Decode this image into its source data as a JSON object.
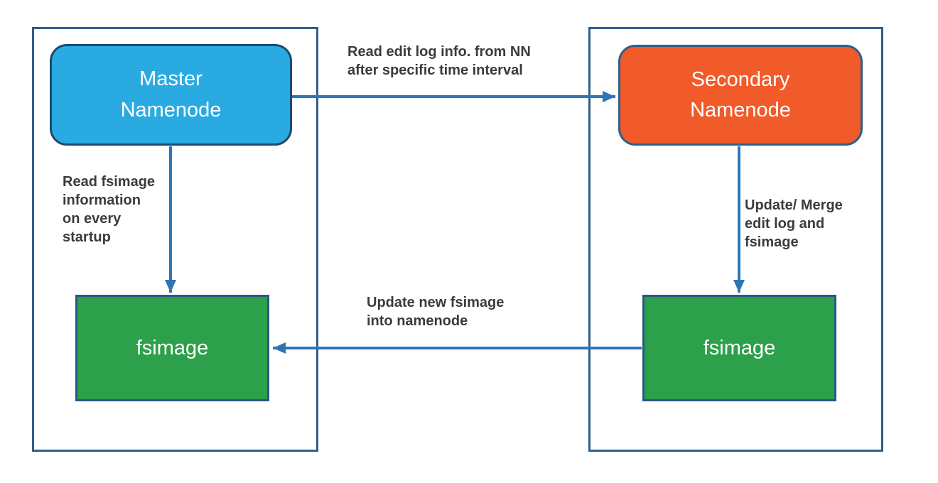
{
  "diagram": {
    "description": "Hadoop Master Namenode / Secondary Namenode checkpointing flow"
  },
  "nodes": {
    "master": {
      "label": "Master\nNamenode",
      "fill": "#29abe2"
    },
    "secondary": {
      "label": "Secondary\nNamenode",
      "fill": "#f15a29"
    },
    "fsimage_left": {
      "label": "fsimage",
      "fill": "#2da04b"
    },
    "fsimage_right": {
      "label": "fsimage",
      "fill": "#2da04b"
    }
  },
  "edges": {
    "read_edit_log": {
      "label": "Read edit log info. from NN\nafter specific time interval",
      "from": "master",
      "to": "secondary"
    },
    "read_fsimage": {
      "label": "Read fsimage\ninformation\non every\nstartup",
      "from": "master",
      "to": "fsimage_left"
    },
    "update_merge": {
      "label": "Update/ Merge\nedit log and\nfsimage",
      "from": "secondary",
      "to": "fsimage_right"
    },
    "update_new_fsimage": {
      "label": "Update new fsimage\ninto namenode",
      "from": "fsimage_right",
      "to": "fsimage_left"
    }
  },
  "colors": {
    "container_border": "#2d5f8b",
    "arrow": "#2e75b6",
    "master_fill": "#29abe2",
    "master_border": "#1d4a6e",
    "secondary_fill": "#f15a29",
    "fsimage_fill": "#2da04b",
    "node_border": "#2a5784",
    "node_text": "#ffffff",
    "label_text": "#3b3b3b",
    "background": "#ffffff"
  }
}
